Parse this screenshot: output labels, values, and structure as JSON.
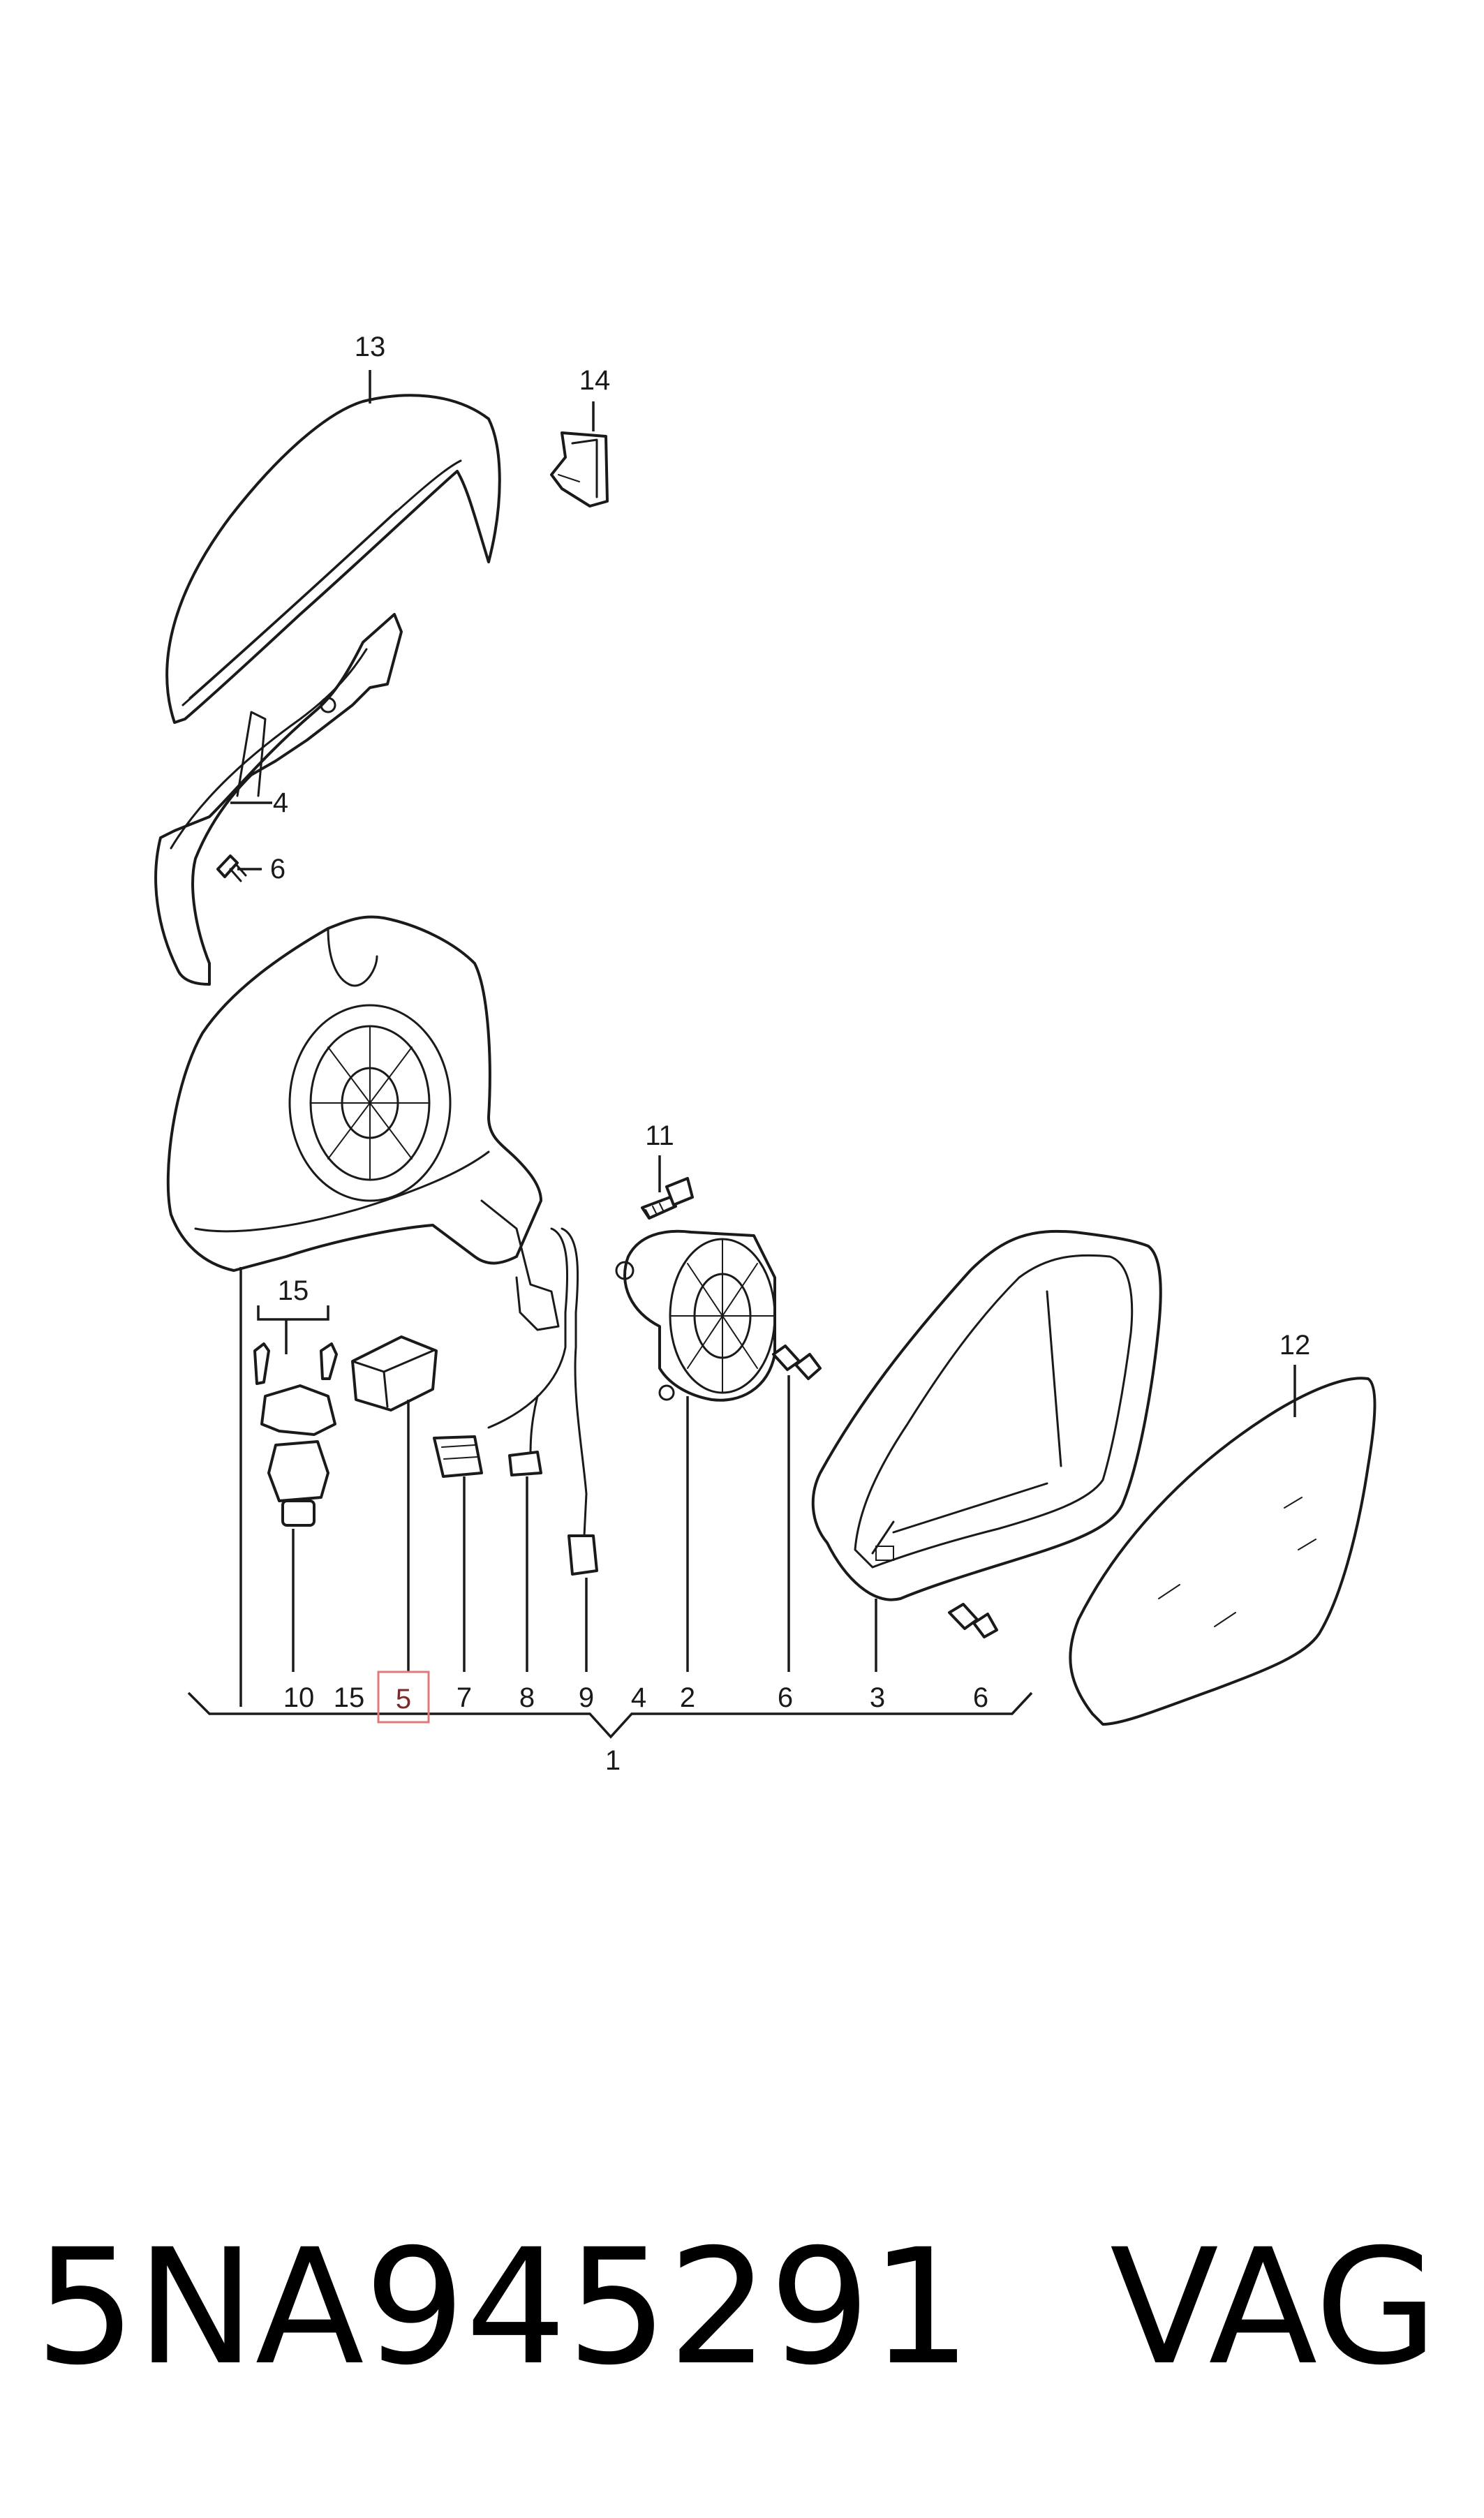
{
  "callouts": {
    "c13": "13",
    "c14": "14",
    "c4_top": "4",
    "c6_top": "6",
    "c11": "11",
    "c15_top": "15",
    "c12": "12",
    "b10": "10",
    "b15": "15",
    "b5": "5",
    "b7": "7",
    "b8": "8",
    "b9": "9",
    "b4": "4",
    "b2": "2",
    "b6a": "6",
    "b3": "3",
    "b6b": "6",
    "assembly": "1"
  },
  "highlight": {
    "part": "5",
    "color": "#e07a7a"
  },
  "footer": {
    "part_number": "5NA945291",
    "brand": "VAG"
  }
}
